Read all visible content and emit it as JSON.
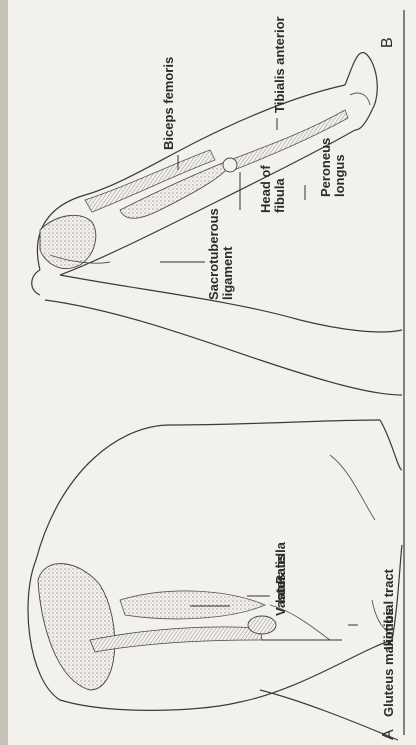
{
  "panels": {
    "a": {
      "letter": "A"
    },
    "b": {
      "letter": "B"
    }
  },
  "labels": {
    "gluteus_maximus": "Gluteus maximus",
    "iliotibial_tract": "Iliotibial tract",
    "vastus_lateralis_1": "Vastus",
    "vastus_lateralis_2": "lateralis",
    "patella": "Patella",
    "sacrotuberous_1": "Sacrotuberous",
    "sacrotuberous_2": "ligament",
    "biceps_femoris": "Biceps femoris",
    "tibialis_anterior": "Tibialis anterior",
    "head_of_fibula_1": "Head of",
    "head_of_fibula_2": "fibula",
    "peroneus_longus_1": "Peroneus",
    "peroneus_longus_2": "longus"
  },
  "colors": {
    "paper": "#f3f1ec",
    "ink": "#2b2b2b",
    "border": "#d9d4cb"
  }
}
